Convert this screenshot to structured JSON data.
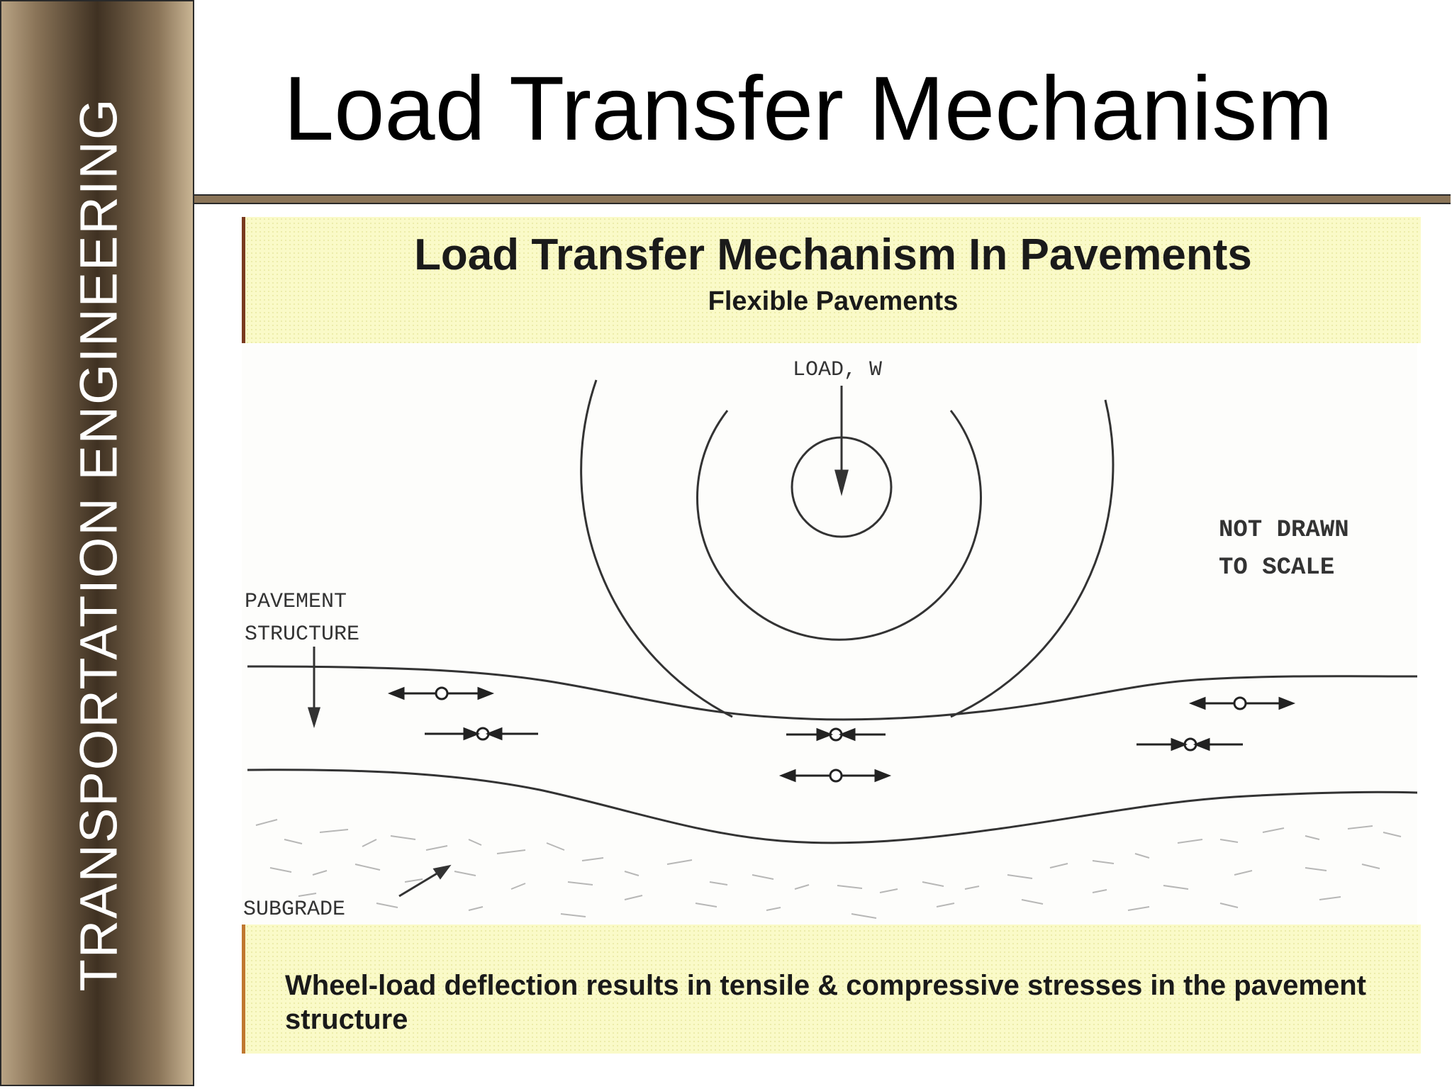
{
  "sidebar": {
    "label": "TRANSPORTATION ENGINEERING"
  },
  "slide": {
    "title": "Load Transfer Mechanism"
  },
  "figure": {
    "title": "Load Transfer Mechanism In Pavements",
    "subtitle": "Flexible Pavements",
    "labels": {
      "load": "LOAD, W",
      "note_line1": "NOT DRAWN",
      "note_line2": "TO SCALE",
      "pavement_line1": "PAVEMENT",
      "pavement_line2": "STRUCTURE",
      "subgrade": "SUBGRADE"
    },
    "caption": "Wheel-load deflection results in tensile & compressive stresses in the pavement structure"
  }
}
